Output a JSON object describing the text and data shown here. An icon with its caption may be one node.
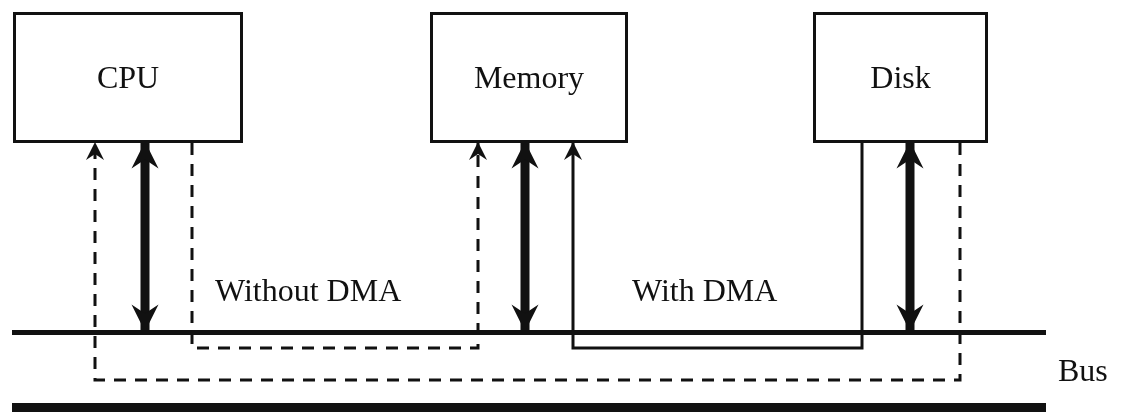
{
  "diagram": {
    "nodes": [
      {
        "text": [
          "CPU"
        ]
      },
      {
        "text": [
          "Memory"
        ]
      },
      {
        "text": [
          "Disk"
        ]
      },
      {
        "text": [],
        "shape": "bar",
        "beside": [
          "Bus"
        ]
      }
    ],
    "edges": [
      {
        "from": 0,
        "to": 3,
        "arrow": "both",
        "style": "thick"
      },
      {
        "from": 1,
        "to": 3,
        "arrow": "both",
        "style": "thick"
      },
      {
        "from": 2,
        "to": 3,
        "arrow": "both",
        "style": "thick"
      },
      {
        "from": 0,
        "to": 1,
        "arrow": "to",
        "style": "dashed"
      },
      {
        "from": 2,
        "to": 0,
        "arrow": "to",
        "style": "dashed"
      },
      {
        "from": 2,
        "to": 1,
        "arrow": "to"
      }
    ],
    "labels": [
      "Without DMA",
      "With DMA"
    ]
  }
}
